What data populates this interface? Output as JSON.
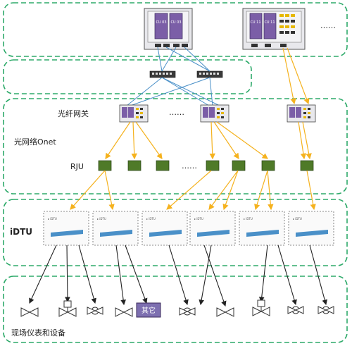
{
  "labels": {
    "gateway": "光纤网关",
    "network": "光网络Onet",
    "rju": "RJU",
    "idtu": "iDTU",
    "field": "现场仪表和设备",
    "other_device": "其它",
    "ellipsis_top": "……",
    "ellipsis_gateway": "……",
    "ellipsis_rju": "……"
  },
  "cpu_labels": {
    "top_left_a": "CU 03",
    "top_left_b": "CU 03",
    "top_right_a": "CU 11",
    "top_right_b": "CU 11"
  },
  "colors": {
    "zone_border": "#2eaa6a",
    "blue_link": "#4a90c8",
    "orange_link": "#f5b21e",
    "rju_green": "#4f7a28",
    "cpu_purple": "#7b5ea7",
    "other_box": "#7d6fb0",
    "arrow_black": "#222222"
  },
  "icons": [
    "valve-icon",
    "actuator-valve-icon",
    "butterfly-valve-icon",
    "other-device-box",
    "switch-icon",
    "gateway-icon",
    "rju-module-icon",
    "idtu-module-icon"
  ]
}
